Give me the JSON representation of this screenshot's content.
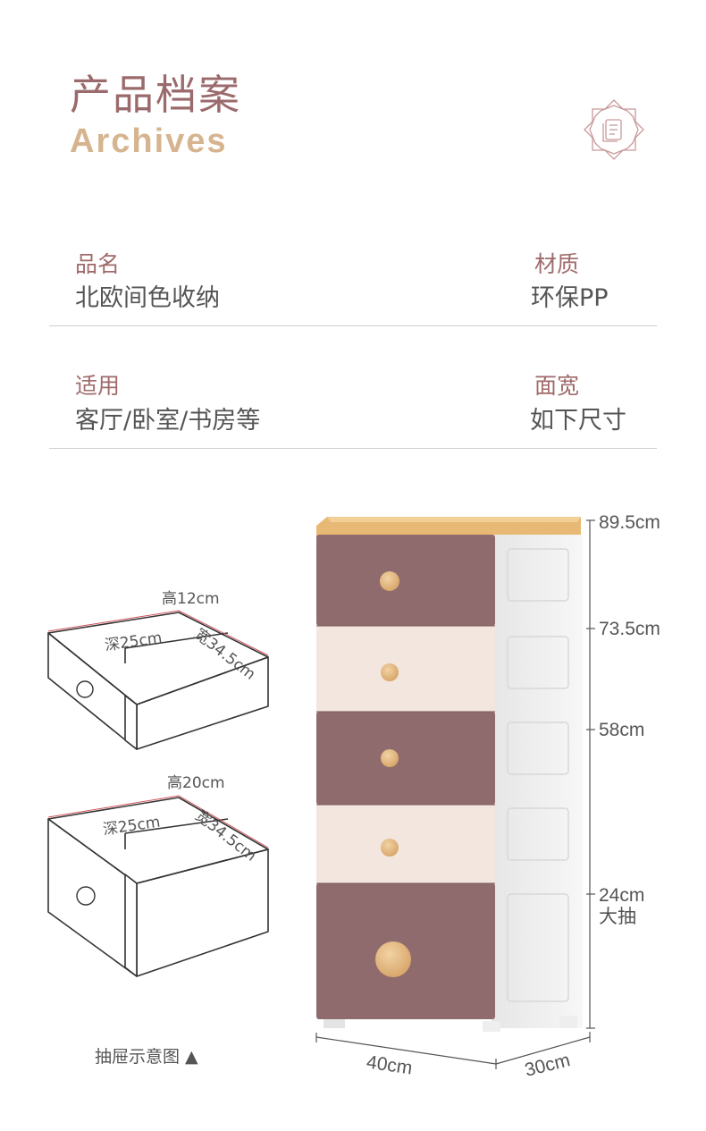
{
  "header": {
    "title_cn": "产品档案",
    "title_en": "Archives",
    "badge_icon": "document-icon"
  },
  "specs": [
    {
      "label": "品名",
      "value": "北欧间色收纳"
    },
    {
      "label": "材质",
      "value": "环保PP"
    },
    {
      "label": "适用",
      "value": "客厅/卧室/书房等"
    },
    {
      "label": "面宽",
      "value": "如下尺寸"
    }
  ],
  "small_drawer": {
    "height": "高12cm",
    "depth": "深25cm",
    "width": "宽34.5cm"
  },
  "large_drawer": {
    "height": "高20cm",
    "depth": "深25cm",
    "width": "宽34.5cm"
  },
  "caption": "抽屉示意图 ▲",
  "heights": [
    "89.5cm",
    "73.5cm",
    "58cm",
    "24cm",
    "大抽"
  ],
  "base_dims": {
    "width": "40cm",
    "depth": "30cm"
  },
  "colors": {
    "mauve": "#8f6a6c",
    "cream": "#f4e8e1",
    "wood": "#e7b877",
    "knob": "#e2b680",
    "title": "#9b6a6c",
    "title_en": "#d6b48f"
  }
}
